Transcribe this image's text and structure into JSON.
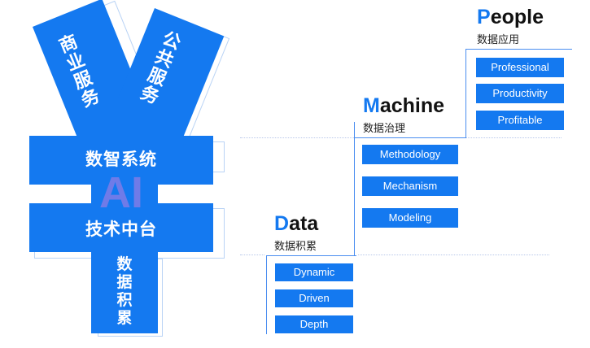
{
  "yuan_symbol": {
    "left_arm": "商业服务",
    "right_arm": "公共服务",
    "top_bar": "数智系统",
    "center_mark": "AI",
    "bottom_bar": "技术中台",
    "stem": "数据积累"
  },
  "steps": [
    {
      "title_initial": "D",
      "title_rest": "ata",
      "subtitle": "数据积累",
      "items": [
        "Dynamic",
        "Driven",
        "Depth"
      ]
    },
    {
      "title_initial": "M",
      "title_rest": "achine",
      "subtitle": "数据治理",
      "items": [
        "Methodology",
        "Mechanism",
        "Modeling"
      ]
    },
    {
      "title_initial": "P",
      "title_rest": "eople",
      "subtitle": "数据应用",
      "items": [
        "Professional",
        "Productivity",
        "Profitable"
      ]
    }
  ],
  "colors": {
    "primary_blue": "#1479f0",
    "ai_mark": "#6f7be8",
    "outline": "#b9d3f5"
  }
}
